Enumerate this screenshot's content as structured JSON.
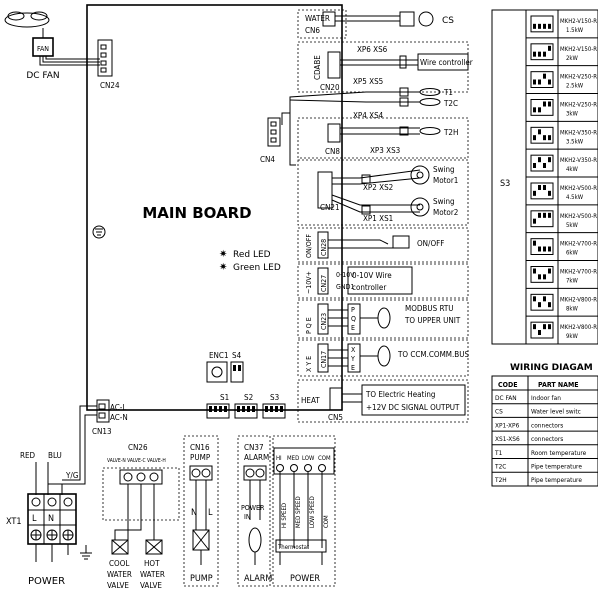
{
  "main_board": {
    "title": "MAIN BOARD",
    "red_led": "Red LED",
    "green_led": "Green LED"
  },
  "fan": {
    "label": "FAN",
    "caption": "DC FAN",
    "connector": "CN24"
  },
  "top_connectors": {
    "water": "WATER",
    "cn6": "CN6",
    "cs": "CS",
    "cdabe": "CDABE",
    "xp6xs6": "XP6 XS6",
    "wire_controller": "Wire controller",
    "cn20": "CN20",
    "xp5xs5": "XP5 XS5",
    "t1": "T1",
    "t2c": "T2C",
    "xp4xs4": "XP4 XS4",
    "cn4": "CN4",
    "cn8": "CN8",
    "xp3xs3": "XP3 XS3",
    "t2h": "T2H",
    "cn21": "CN21",
    "xp2xs2": "XP2 XS2",
    "xp1xs1": "XP1 XS1",
    "swing1a": "Swing",
    "swing1b": "Motor1",
    "swing2a": "Swing",
    "swing2b": "Motor2"
  },
  "right_ports": {
    "onoff_side": "ON/OFF",
    "cn28": "CN28",
    "onoff": "ON/OFF",
    "v_side": "~10V+",
    "cn27": "CN27",
    "v_ctrl_a": "0-10V Wire",
    "v_ctrl_b": "controller",
    "v_pin_top": "0-10V",
    "v_pin_bot": "GND1",
    "modbus_side": "P Q E",
    "cn23": "CN23",
    "modbus_a": "MODBUS RTU",
    "modbus_b": "TO UPPER UNIT",
    "p": "P",
    "q": "Q",
    "e1": "E",
    "xye_side": "X Y E",
    "cn17": "CN17",
    "ccm": "TO CCM.COMM.BUS",
    "x": "X",
    "y": "Y",
    "e2": "E",
    "heat": "HEAT",
    "cn5": "CN5",
    "heat_a": "TO Electric Heating",
    "heat_b": "+12V DC SIGNAL OUTPUT"
  },
  "switches": {
    "enc1": "ENC1",
    "s4": "S4",
    "s1": "S1",
    "s2": "S2",
    "s3": "S3"
  },
  "left_power": {
    "acl": "AC-L",
    "acn": "AC-N",
    "cn13": "CN13",
    "red": "RED",
    "blu": "BLU",
    "yg": "Y/G",
    "xt1": "XT1",
    "l": "L",
    "n": "N",
    "power": "POWER"
  },
  "valves": {
    "cn26": "CN26",
    "pins": "VALVE-N VALVE-C VALVE-H",
    "cool_a": "COOL",
    "cool_b": "WATER",
    "cool_c": "VALVE",
    "hot_a": "HOT",
    "hot_b": "WATER",
    "hot_c": "VALVE"
  },
  "pump": {
    "cn16": "CN16",
    "pump_top": "PUMP",
    "n": "N",
    "l": "L",
    "pump": "PUMP"
  },
  "alarm": {
    "cn37": "CN37",
    "alarm_top": "ALARM",
    "power_a": "POWER",
    "power_b": "IN",
    "alarm": "ALARM"
  },
  "speed": {
    "hi": "HI",
    "med": "MED",
    "low": "LOW",
    "com": "COM",
    "hi_speed": "HI SPEED",
    "med_speed": "MED SPEED",
    "low_speed": "LOW SPEED",
    "com2": "COM",
    "thermostat": "Thermostat",
    "power": "POWER"
  },
  "s3_table": {
    "label": "S3",
    "models": [
      [
        "MKH2-V150-R",
        "1.5kW"
      ],
      [
        "MKH2-V150-R",
        "2kW"
      ],
      [
        "MKH2-V250-R",
        "2.5kW"
      ],
      [
        "MKH2-V250-R",
        "3kW"
      ],
      [
        "MKH2-V350-R",
        "3.5kW"
      ],
      [
        "MKH2-V350-R",
        "4kW"
      ],
      [
        "MKH2-V500-R",
        "4.5kW"
      ],
      [
        "MKH2-V500-R",
        "5kW"
      ],
      [
        "MKH2-V700-R",
        "6kW"
      ],
      [
        "MKH2-V700-R",
        "7kW"
      ],
      [
        "MKH2-V800-R",
        "8kW"
      ],
      [
        "MKH2-V800-R",
        "9kW"
      ]
    ]
  },
  "wiring": {
    "title": "WIRING DIAGAM",
    "headers": [
      "CODE",
      "PART NAME"
    ],
    "rows": [
      [
        "DC FAN",
        "Indoor fan"
      ],
      [
        "CS",
        "Water level switc"
      ],
      [
        "XP1-XP6",
        "connectors"
      ],
      [
        "XS1-XS6",
        "connectors"
      ],
      [
        "T1",
        "Room temperature"
      ],
      [
        "T2C",
        "Pipe temperature"
      ],
      [
        "T2H",
        "Pipe temperature"
      ]
    ]
  }
}
